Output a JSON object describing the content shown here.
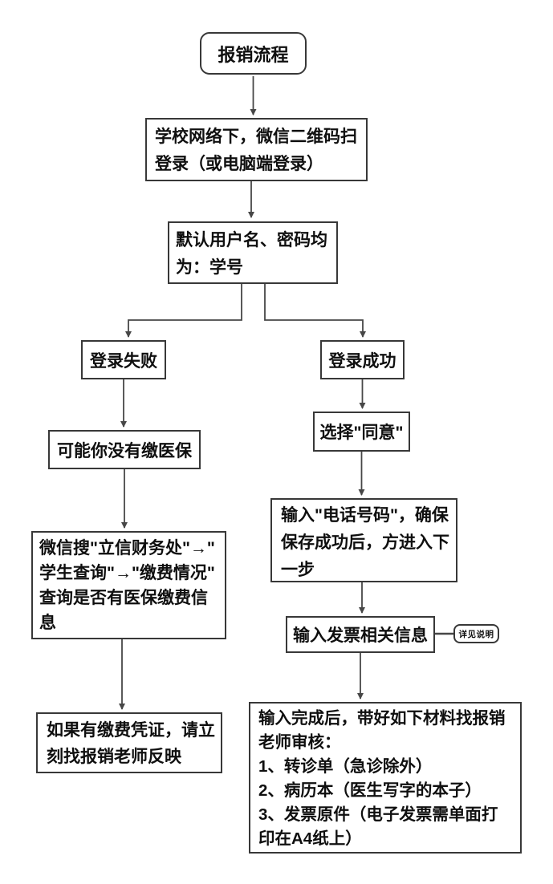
{
  "flowchart": {
    "title": "报销流程",
    "colors": {
      "background": "#ffffff",
      "box_border": "#383838",
      "line": "#474747",
      "text": "#0f0f0f"
    },
    "nodes": {
      "start": {
        "label": "报销流程"
      },
      "scan_login": {
        "label": "学校网络下，微信二维码扫\n登录（或电脑端登录）"
      },
      "default_credentials": {
        "label": "默认用户名、密码均\n为：学号"
      },
      "login_fail": {
        "label": "登录失败"
      },
      "login_success": {
        "label": "登录成功"
      },
      "maybe_no_insurance": {
        "label": "可能你没有缴医保"
      },
      "agree": {
        "label": "选择\"同意\""
      },
      "wechat_check": {
        "label": "微信搜\"立信财务处\"→\"\n学生查询\"→\"缴费情况\"\n查询是否有医保缴费信\n息"
      },
      "phone_number": {
        "label": "输入\"电话号码\"，确保\n保存成功后，方进入下\n一步"
      },
      "invoice_info": {
        "label": "输入发票相关信息"
      },
      "invoice_note": {
        "label": "详见说明"
      },
      "payment_proof": {
        "label": "如果有缴费凭证，请立\n刻找报销老师反映"
      },
      "final_materials": {
        "label": "输入完成后，带好如下材料找报销\n老师审核：\n1、转诊单（急诊除外）\n2、病历本（医生写字的本子）\n3、发票原件（电子发票需单面打\n印在A4纸上）"
      }
    },
    "edges": [
      {
        "from": "start",
        "to": "scan_login",
        "arrow": true
      },
      {
        "from": "scan_login",
        "to": "default_credentials",
        "arrow": true
      },
      {
        "from": "default_credentials",
        "to": "login_fail",
        "arrow": true
      },
      {
        "from": "default_credentials",
        "to": "login_success",
        "arrow": true
      },
      {
        "from": "login_fail",
        "to": "maybe_no_insurance",
        "arrow": true
      },
      {
        "from": "login_success",
        "to": "agree",
        "arrow": true
      },
      {
        "from": "maybe_no_insurance",
        "to": "wechat_check",
        "arrow": true
      },
      {
        "from": "agree",
        "to": "phone_number",
        "arrow": true
      },
      {
        "from": "phone_number",
        "to": "invoice_info",
        "arrow": true
      },
      {
        "from": "invoice_info",
        "to": "invoice_note",
        "arrow": false
      },
      {
        "from": "invoice_info",
        "to": "final_materials",
        "arrow": true
      },
      {
        "from": "wechat_check",
        "to": "payment_proof",
        "arrow": true
      }
    ]
  }
}
